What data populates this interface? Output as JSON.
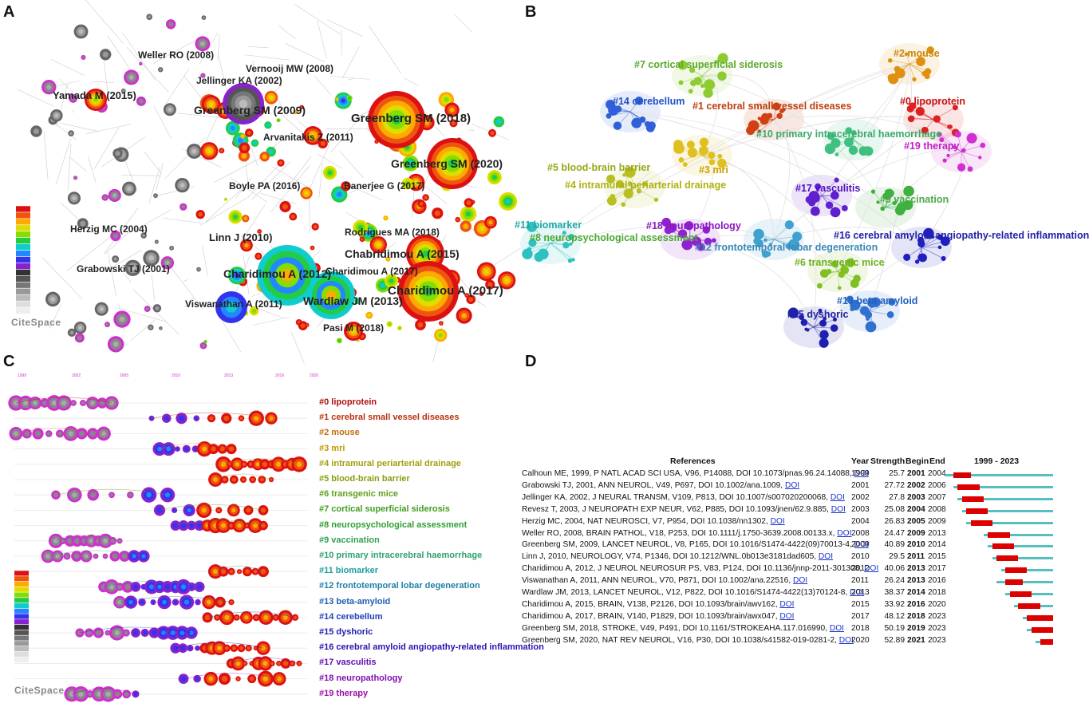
{
  "panels": {
    "a": "A",
    "b": "B",
    "c": "C",
    "d": "D"
  },
  "logo_text": "CiteSpace",
  "panel_a": {
    "labels": [
      {
        "text": "Weller RO (2008)",
        "size": 12,
        "color": "#222"
      },
      {
        "text": "Vernooij MW (2008)",
        "size": 12,
        "color": "#222"
      },
      {
        "text": "Jellinger KA (2002)",
        "size": 12,
        "color": "#222"
      },
      {
        "text": "Yamada M (2015)",
        "size": 13,
        "color": "#222"
      },
      {
        "text": "Greenberg SM (2009)",
        "size": 14,
        "color": "#222"
      },
      {
        "text": "Greenberg SM (2018)",
        "size": 15,
        "color": "#222"
      },
      {
        "text": "Arvanitakis Z (2011)",
        "size": 12,
        "color": "#222"
      },
      {
        "text": "Greenberg SM (2020)",
        "size": 14,
        "color": "#222"
      },
      {
        "text": "Boyle PA (2016)",
        "size": 12,
        "color": "#222"
      },
      {
        "text": "Banerjee G (2017)",
        "size": 12,
        "color": "#222"
      },
      {
        "text": "Herzig MC (2004)",
        "size": 12,
        "color": "#222"
      },
      {
        "text": "Linn J (2010)",
        "size": 13,
        "color": "#222"
      },
      {
        "text": "Rodrigues MA (2018)",
        "size": 12,
        "color": "#222"
      },
      {
        "text": "Grabowski TJ (2001)",
        "size": 12,
        "color": "#222"
      },
      {
        "text": "Chabridimou A (2015)",
        "size": 14,
        "color": "#222"
      },
      {
        "text": "Charidimou A (2012)",
        "size": 14,
        "color": "#222"
      },
      {
        "text": "Charidimou A (2017)",
        "size": 12,
        "color": "#222"
      },
      {
        "text": "Charidimou A (2017)",
        "size": 15,
        "color": "#222"
      },
      {
        "text": "Viswanathan A (2011)",
        "size": 12,
        "color": "#222"
      },
      {
        "text": "Wardlaw JM (2013)",
        "size": 14,
        "color": "#222"
      },
      {
        "text": "Pasi M (2018)",
        "size": 12,
        "color": "#222"
      }
    ]
  },
  "panel_b": {
    "clusters": [
      {
        "text": "#2 mouse",
        "color": "#c8860a"
      },
      {
        "text": "#7 cortical superficial siderosis",
        "color": "#5aa82a"
      },
      {
        "text": "#14 cerebellum",
        "color": "#2250c8"
      },
      {
        "text": "#1 cerebral small vessel diseases",
        "color": "#c04010"
      },
      {
        "text": "#0 lipoprotein",
        "color": "#c81010"
      },
      {
        "text": "#10 primary intracerebral haemorrhage",
        "color": "#3aaa6a"
      },
      {
        "text": "#19 therapy",
        "color": "#c020c0"
      },
      {
        "text": "#5 blood-brain barrier",
        "color": "#98a818"
      },
      {
        "text": "#3 mri",
        "color": "#c8a000"
      },
      {
        "text": "#4 intramural periarterial drainage",
        "color": "#b0b010"
      },
      {
        "text": "#17 vasculitis",
        "color": "#5010c0"
      },
      {
        "text": "#9 vaccination",
        "color": "#4aa84a"
      },
      {
        "text": "#11 biomarker",
        "color": "#20a8a8"
      },
      {
        "text": "#18 neuropathology",
        "color": "#8a18c0"
      },
      {
        "text": "#16 cerebral amyloid angiopathy-related inflammation",
        "color": "#2020a8"
      },
      {
        "text": "#8 neuropsychological assessment",
        "color": "#48a830"
      },
      {
        "text": "#12 frontotemporal lobar degeneration",
        "color": "#3888b8"
      },
      {
        "text": "#6 transgenic mice",
        "color": "#70b020"
      },
      {
        "text": "#13 beta-amyloid",
        "color": "#2060c0"
      },
      {
        "text": "#15 dyshoric",
        "color": "#2020a0"
      }
    ]
  },
  "panel_c": {
    "year_ticks": [
      "1999",
      "2002",
      "2005",
      "2010",
      "2013",
      "2016",
      "2020"
    ],
    "clusters": [
      {
        "text": "#0 lipoprotein",
        "color": "#b01010"
      },
      {
        "text": "#1 cerebral small vessel diseases",
        "color": "#b83010"
      },
      {
        "text": "#2 mouse",
        "color": "#c07010"
      },
      {
        "text": "#3 mri",
        "color": "#c09800"
      },
      {
        "text": "#4 intramural periarterial drainage",
        "color": "#a0a010"
      },
      {
        "text": "#5 blood-brain barrier",
        "color": "#88a010"
      },
      {
        "text": "#6 transgenic mice",
        "color": "#60a020"
      },
      {
        "text": "#7 cortical superficial siderosis",
        "color": "#40a020"
      },
      {
        "text": "#8 neuropsychological assessment",
        "color": "#30a030"
      },
      {
        "text": "#9 vaccination",
        "color": "#30a050"
      },
      {
        "text": "#10 primary intracerebral haemorrhage",
        "color": "#30a070"
      },
      {
        "text": "#11 biomarker",
        "color": "#20a0a0"
      },
      {
        "text": "#12 frontotemporal lobar degeneration",
        "color": "#2080a8"
      },
      {
        "text": "#13 beta-amyloid",
        "color": "#2060b0"
      },
      {
        "text": "#14 cerebellum",
        "color": "#2040b8"
      },
      {
        "text": "#15 dyshoric",
        "color": "#2020b0"
      },
      {
        "text": "#16 cerebral amyloid angiopathy-related inflammation",
        "color": "#3010b0"
      },
      {
        "text": "#17 vasculitis",
        "color": "#6010b0"
      },
      {
        "text": "#18 neuropathology",
        "color": "#8010b0"
      },
      {
        "text": "#19 therapy",
        "color": "#a010a8"
      }
    ]
  },
  "panel_d": {
    "headers": {
      "references": "References",
      "year": "Year",
      "strength": "Strength",
      "begin": "Begin",
      "end": "End",
      "range": "1999 - 2023"
    },
    "range_start": 1999,
    "range_end": 2023,
    "rows": [
      {
        "ref": "Calhoun ME, 1999, P NATL ACAD SCI USA, V96, P14088, DOI 10.1073/pnas.96.24.14088,",
        "doi": "DOI",
        "year": "1999",
        "strength": "25.7",
        "begin": "2001",
        "end": "2004"
      },
      {
        "ref": "Grabowski TJ, 2001, ANN NEUROL, V49, P697, DOI 10.1002/ana.1009,",
        "doi": "DOI",
        "year": "2001",
        "strength": "27.72",
        "begin": "2002",
        "end": "2006"
      },
      {
        "ref": "Jellinger KA, 2002, J NEURAL TRANSM, V109, P813, DOI 10.1007/s007020200068,",
        "doi": "DOI",
        "year": "2002",
        "strength": "27.8",
        "begin": "2003",
        "end": "2007"
      },
      {
        "ref": "Revesz T, 2003, J NEUROPATH EXP NEUR, V62, P885, DOI 10.1093/jnen/62.9.885,",
        "doi": "DOI",
        "year": "2003",
        "strength": "25.08",
        "begin": "2004",
        "end": "2008"
      },
      {
        "ref": "Herzig MC, 2004, NAT NEUROSCI, V7, P954, DOI 10.1038/nn1302,",
        "doi": "DOI",
        "year": "2004",
        "strength": "26.83",
        "begin": "2005",
        "end": "2009"
      },
      {
        "ref": "Weller RO, 2008, BRAIN PATHOL, V18, P253, DOI 10.1111/j.1750-3639.2008.00133.x,",
        "doi": "DOI",
        "year": "2008",
        "strength": "24.47",
        "begin": "2009",
        "end": "2013"
      },
      {
        "ref": "Greenberg SM, 2009, LANCET NEUROL, V8, P165, DOI 10.1016/S1474-4422(09)70013-4,",
        "doi": "DOI",
        "year": "2009",
        "strength": "40.89",
        "begin": "2010",
        "end": "2014"
      },
      {
        "ref": "Linn J, 2010, NEUROLOGY, V74, P1346, DOI 10.1212/WNL.0b013e3181dad605,",
        "doi": "DOI",
        "year": "2010",
        "strength": "29.5",
        "begin": "2011",
        "end": "2015"
      },
      {
        "ref": "Charidimou A, 2012, J NEUROL NEUROSUR PS, V83, P124, DOI 10.1136/jnnp-2011-301308,",
        "doi": "DOI",
        "year": "2012",
        "strength": "40.06",
        "begin": "2013",
        "end": "2017"
      },
      {
        "ref": "Viswanathan A, 2011, ANN NEUROL, V70, P871, DOI 10.1002/ana.22516,",
        "doi": "DOI",
        "year": "2011",
        "strength": "26.24",
        "begin": "2013",
        "end": "2016"
      },
      {
        "ref": "Wardlaw JM, 2013, LANCET NEUROL, V12, P822, DOI 10.1016/S1474-4422(13)70124-8,",
        "doi": "DOI",
        "year": "2013",
        "strength": "38.37",
        "begin": "2014",
        "end": "2018"
      },
      {
        "ref": "Charidimou A, 2015, BRAIN, V138, P2126, DOI 10.1093/brain/awv162,",
        "doi": "DOI",
        "year": "2015",
        "strength": "33.92",
        "begin": "2016",
        "end": "2020"
      },
      {
        "ref": "Charidimou A, 2017, BRAIN, V140, P1829, DOI 10.1093/brain/awx047,",
        "doi": "DOI",
        "year": "2017",
        "strength": "48.12",
        "begin": "2018",
        "end": "2023"
      },
      {
        "ref": "Greenberg SM, 2018, STROKE, V49, P491, DOI 10.1161/STROKEAHA.117.016990,",
        "doi": "DOI",
        "year": "2018",
        "strength": "50.19",
        "begin": "2019",
        "end": "2023"
      },
      {
        "ref": "Greenberg SM, 2020, NAT REV NEUROL, V16, P30, DOI 10.1038/s41582-019-0281-2,",
        "doi": "DOI",
        "year": "2020",
        "strength": "52.89",
        "begin": "2021",
        "end": "2023"
      }
    ]
  }
}
